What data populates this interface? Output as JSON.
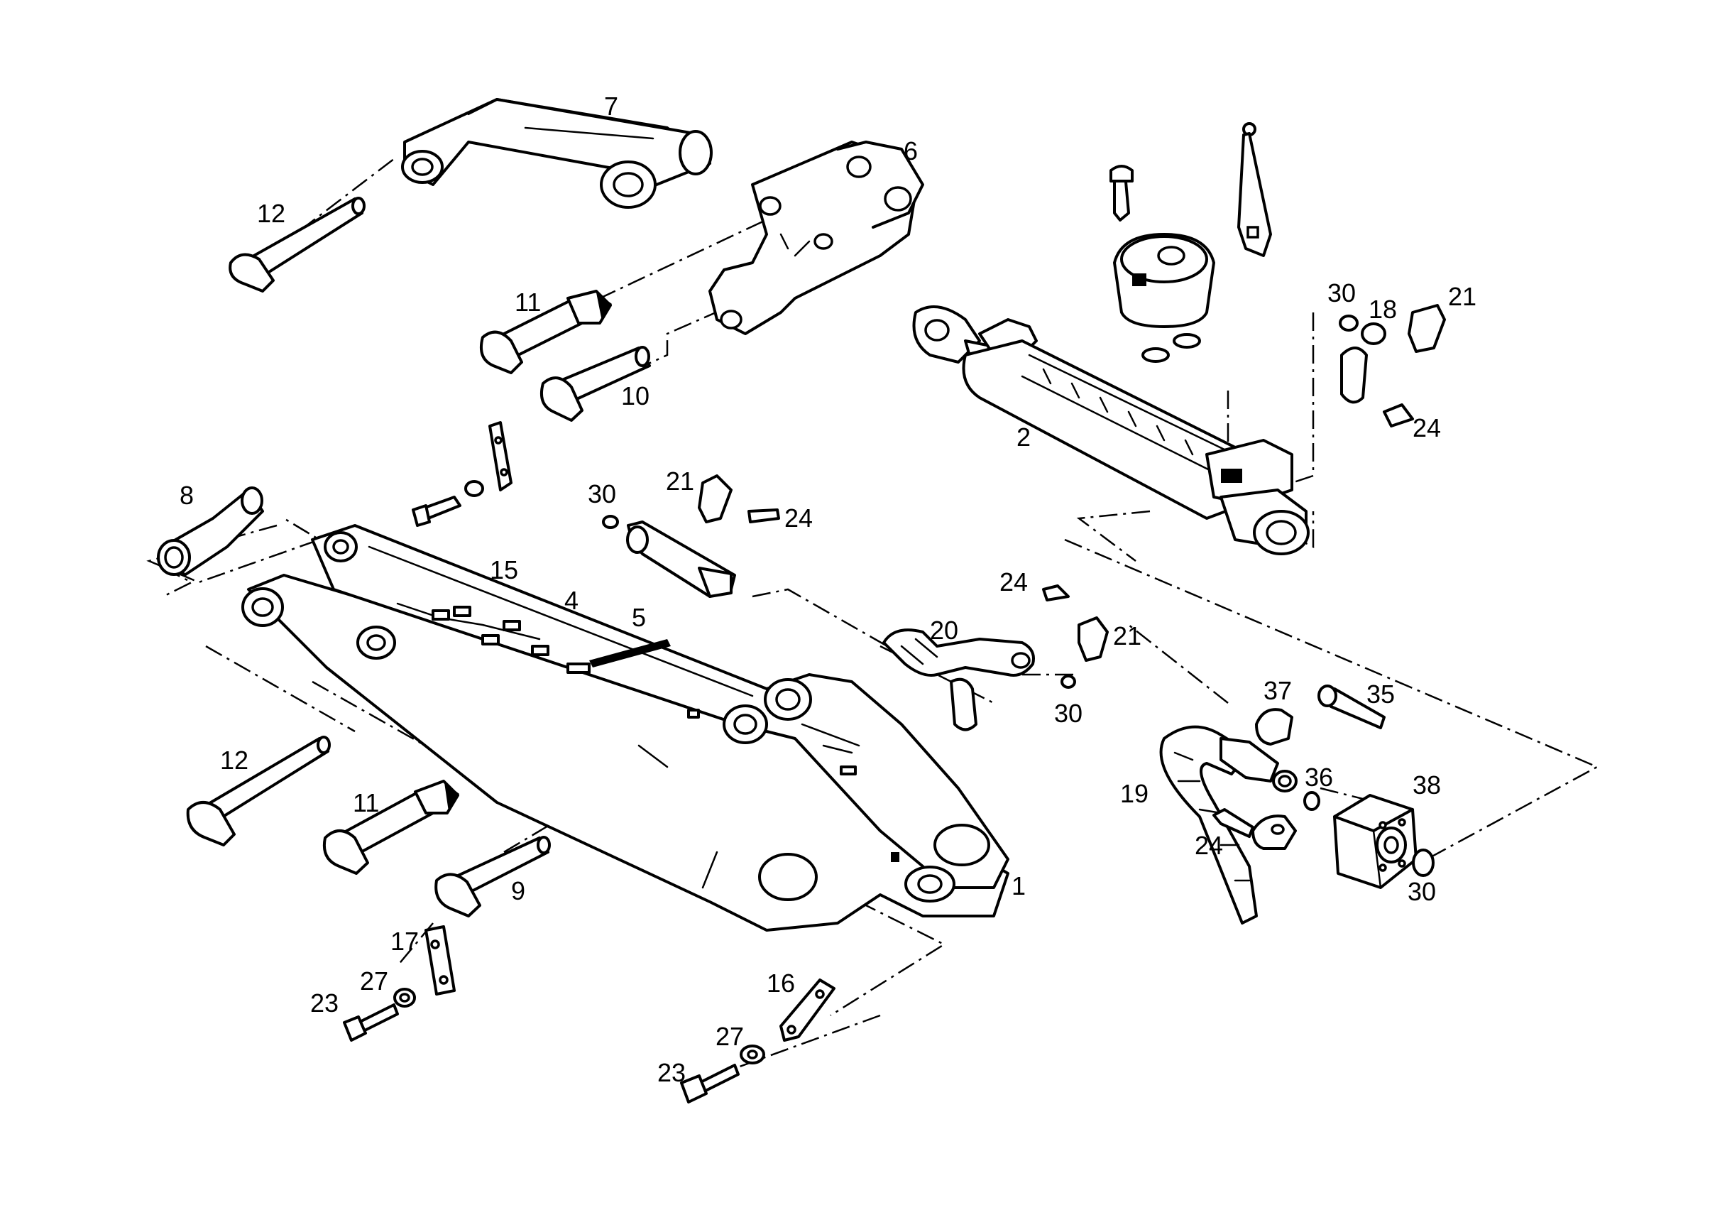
{
  "callouts": {
    "c1": "1",
    "c2": "2",
    "c4": "4",
    "c5": "5",
    "c6": "6",
    "c7": "7",
    "c8": "8",
    "c9": "9",
    "c10": "10",
    "c11_top": "11",
    "c11_bottom": "11",
    "c12_top": "12",
    "c12_bottom": "12",
    "c15": "15",
    "c16": "16",
    "c17": "17",
    "c18": "18",
    "c19": "19",
    "c20": "20",
    "c21_top": "21",
    "c21_mid": "21",
    "c21_right": "21",
    "c23_left": "23",
    "c23_right": "23",
    "c24_a": "24",
    "c24_b": "24",
    "c24_c": "24",
    "c24_d": "24",
    "c27_left": "27",
    "c27_right": "27",
    "c30_a": "30",
    "c30_b": "30",
    "c30_c": "30",
    "c30_d": "30",
    "c35": "35",
    "c36": "36",
    "c37": "37",
    "c38": "38"
  }
}
